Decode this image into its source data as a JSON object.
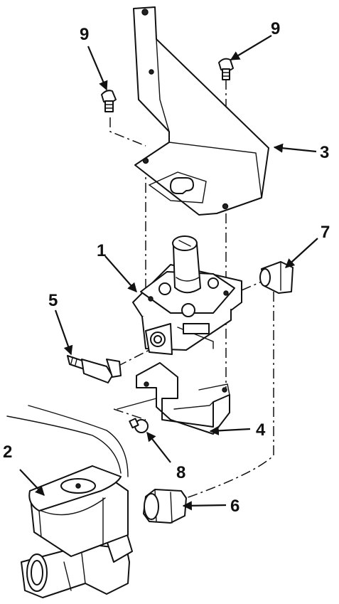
{
  "callouts": {
    "n1": "1",
    "n2": "2",
    "n3": "3",
    "n4": "4",
    "n5": "5",
    "n6": "6",
    "n7": "7",
    "n8": "8",
    "n9a": "9",
    "n9b": "9"
  },
  "colors": {
    "ink": "#111111",
    "paper": "#ffffff"
  }
}
